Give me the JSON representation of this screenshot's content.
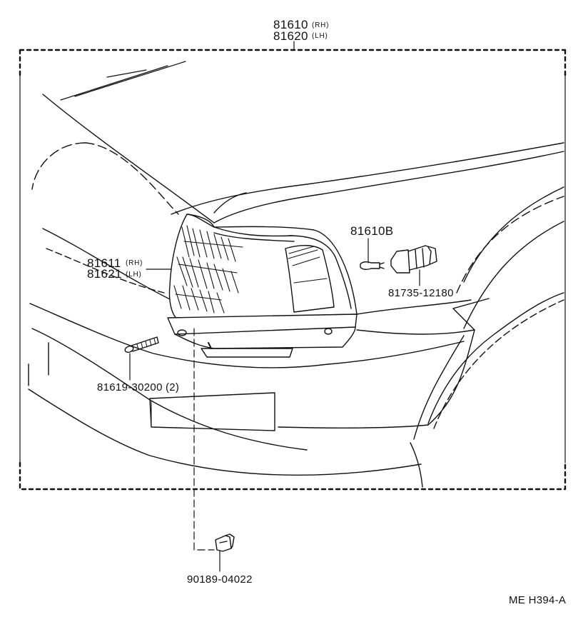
{
  "diagram": {
    "parts": {
      "assembly": {
        "rh_number": "81610",
        "rh_side": "(RH)",
        "lh_number": "81620",
        "lh_side": "(LH)"
      },
      "lens": {
        "rh_number": "81611",
        "rh_side": "(RH)",
        "lh_number": "81621",
        "lh_side": "(LH)"
      },
      "bulb": {
        "number": "81610B"
      },
      "socket": {
        "number": "81735-12180"
      },
      "screw": {
        "number": "81619-30200",
        "qty": "(2)"
      },
      "clip": {
        "number": "90189-04022"
      }
    },
    "figure_code": "ME H394-A"
  }
}
